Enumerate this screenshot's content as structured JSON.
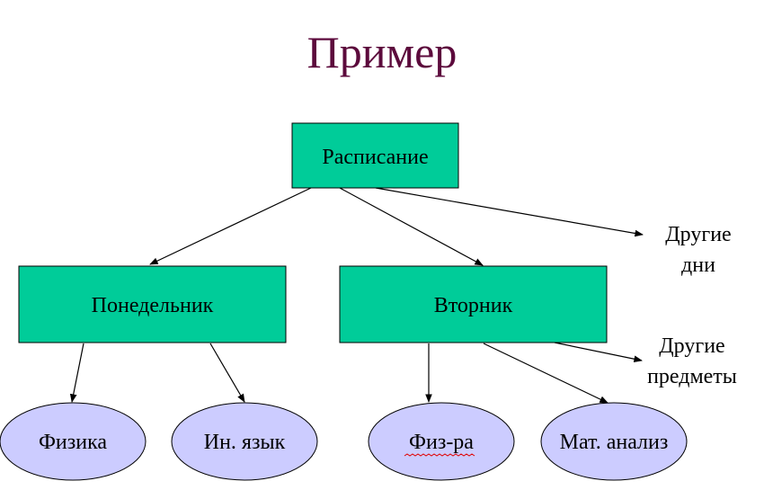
{
  "title": "Пример",
  "colors": {
    "title": "#5c0a3c",
    "box_fill": "#00cc99",
    "ellipse_fill": "#ccccff",
    "outline": "#000000"
  },
  "nodes": {
    "root": "Расписание",
    "monday": "Понедельник",
    "tuesday": "Вторник",
    "physics": "Физика",
    "language": "Ин. язык",
    "pe": "Физ-ра",
    "analysis": "Мат. анализ"
  },
  "other_days": [
    "Другие",
    "дни"
  ],
  "other_subjects": [
    "Другие",
    "предметы"
  ]
}
